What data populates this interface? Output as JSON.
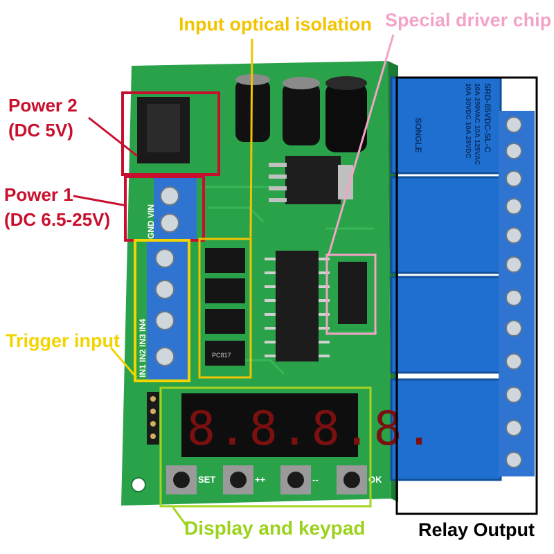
{
  "labels": {
    "power2_line1": "Power 2",
    "power2_line2": "(DC 5V)",
    "power1_line1": "Power 1",
    "power1_line2": "(DC 6.5-25V)",
    "optical": "Input optical isolation",
    "driver": "Special driver chip",
    "trigger": "Trigger input",
    "display": "Display and keypad",
    "relay": "Relay Output"
  },
  "board": {
    "silk_power": "GND VIN",
    "silk_inputs": "IN1 IN2 IN3 IN4",
    "buttons": [
      "SET",
      "++",
      "--",
      "OK"
    ],
    "display_digits": "8.8.8.8.",
    "relay_model": "SRD-05VDC-SL-C",
    "relay_rating_1": "10A 250VAC 10A 125VAC",
    "relay_rating_2": "10A 30VDC 10A 28VDC",
    "relay_brand": "SONGLE",
    "optocoupler_marking": "PC817"
  },
  "colors": {
    "pcb": "#2aa24a",
    "relay": "#1e6fd0",
    "terminal": "#2f74d0",
    "power_box": "#c8102e",
    "optical_box": "#f2c400",
    "driver_box": "#f4a3c8",
    "display_box": "#a4d420",
    "relay_box": "#000000"
  }
}
